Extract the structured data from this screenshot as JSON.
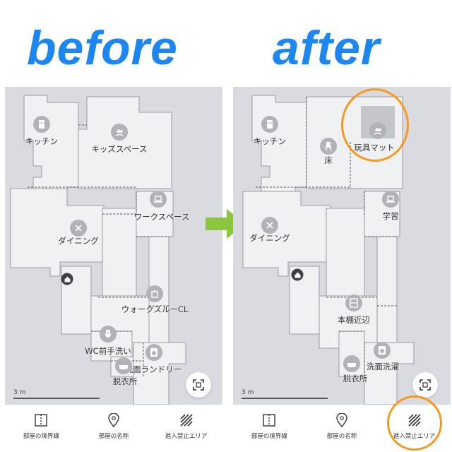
{
  "headline_before": "before",
  "headline_after": "after",
  "colors": {
    "headline": "#1c86f2",
    "highlight": "#f59a1f",
    "arrow": "#8cc63e",
    "floor": "#f0f1f3",
    "background": "#d9dbe0"
  },
  "before": {
    "rooms": {
      "kitchen": "キッチン",
      "kids_space": "キッズスペース",
      "workspace": "ワークスペース",
      "dining": "ダイニング",
      "walkthrough": "ウォークスルーCL",
      "wc_washbasin": "WC前手洗い",
      "laundry": "洗面ランドリー",
      "dressing": "脱衣所"
    },
    "scale": "3 m",
    "toolbar": [
      "部屋の境界線",
      "部屋の名称",
      "進入禁止エリア"
    ]
  },
  "after": {
    "rooms": {
      "kitchen": "キッチン",
      "floor": "床",
      "toy_mat": "玩具マット",
      "study": "学習",
      "dining": "ダイニング",
      "bookshelf": "本棚近辺",
      "washroom": "洗面洗濯",
      "dressing": "脱衣所"
    },
    "scale": "3 m",
    "toolbar": [
      "部屋の境界線",
      "部屋の名称",
      "進入禁止エリア"
    ]
  },
  "icons": [
    "fridge-icon",
    "rocking-horse-icon",
    "laptop-icon",
    "utensils-icon",
    "home-dock-icon",
    "closet-icon",
    "toilet-icon",
    "washing-machine-icon",
    "bathtub-icon",
    "chair-icon",
    "bookshelf-icon",
    "fullscreen-icon",
    "room-divider-icon",
    "location-pin-icon",
    "no-go-zone-icon",
    "right-arrow-icon"
  ]
}
